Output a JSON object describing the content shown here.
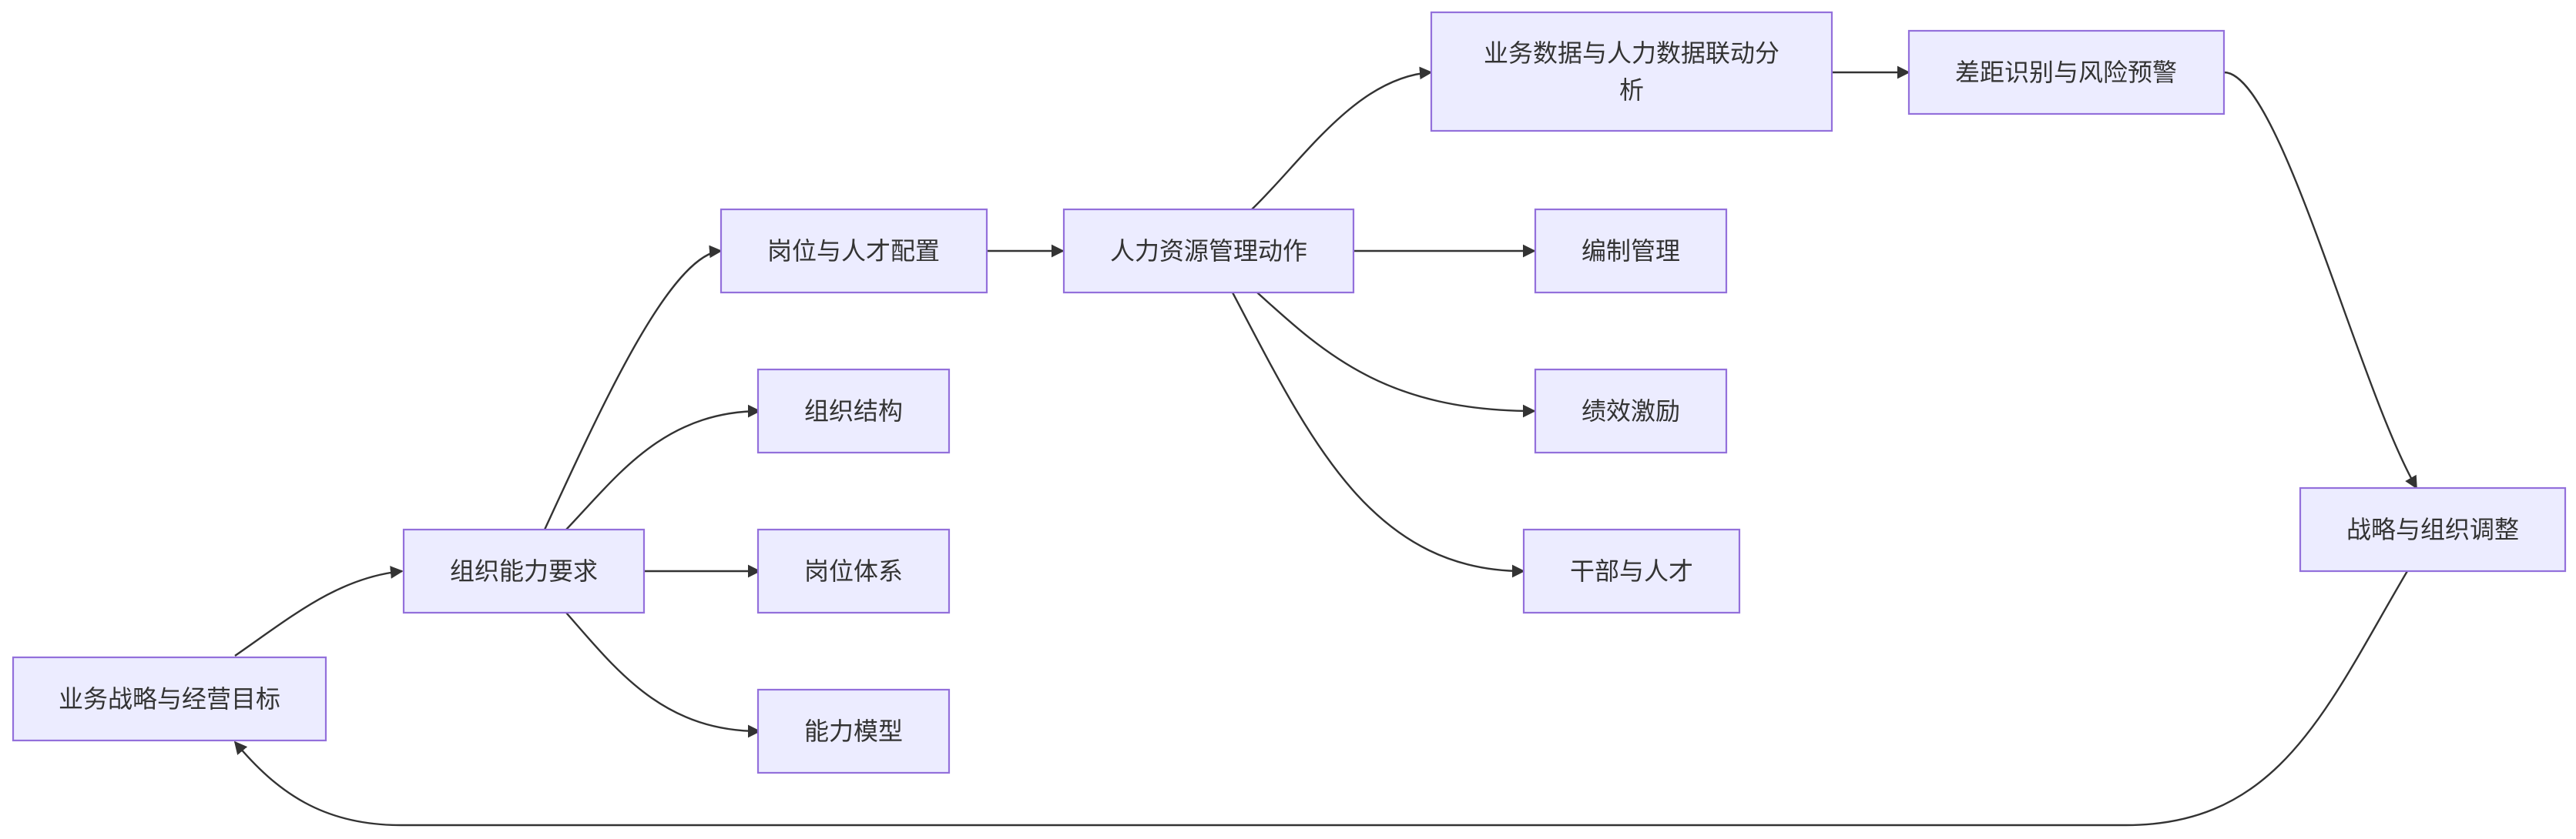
{
  "diagram": {
    "type": "flowchart",
    "colors": {
      "node_fill": "#ECECFF",
      "node_border": "#9370DB",
      "edge": "#333333",
      "text": "#333333"
    },
    "nodes": {
      "biz_strategy": {
        "label": "业务战略与经营目标"
      },
      "org_capability": {
        "label": "组织能力要求"
      },
      "job_talent": {
        "label": "岗位与人才配置"
      },
      "org_structure": {
        "label": "组织结构"
      },
      "job_system": {
        "label": "岗位体系"
      },
      "capability_model": {
        "label": "能力模型"
      },
      "hr_actions": {
        "label": "人力资源管理动作"
      },
      "data_analysis": {
        "label_line1": "业务数据与人力数据联动分",
        "label_line2": "析"
      },
      "gap_warning": {
        "label": "差距识别与风险预警"
      },
      "headcount": {
        "label": "编制管理"
      },
      "performance": {
        "label": "绩效激励"
      },
      "cadre_talent": {
        "label": "干部与人才"
      },
      "strategy_adjust": {
        "label": "战略与组织调整"
      }
    },
    "edges": [
      {
        "from": "biz_strategy",
        "to": "org_capability"
      },
      {
        "from": "org_capability",
        "to": "job_talent"
      },
      {
        "from": "org_capability",
        "to": "org_structure"
      },
      {
        "from": "org_capability",
        "to": "job_system"
      },
      {
        "from": "org_capability",
        "to": "capability_model"
      },
      {
        "from": "job_talent",
        "to": "hr_actions"
      },
      {
        "from": "hr_actions",
        "to": "data_analysis"
      },
      {
        "from": "hr_actions",
        "to": "headcount"
      },
      {
        "from": "hr_actions",
        "to": "performance"
      },
      {
        "from": "hr_actions",
        "to": "cadre_talent"
      },
      {
        "from": "data_analysis",
        "to": "gap_warning"
      },
      {
        "from": "gap_warning",
        "to": "strategy_adjust"
      },
      {
        "from": "strategy_adjust",
        "to": "biz_strategy"
      }
    ]
  }
}
